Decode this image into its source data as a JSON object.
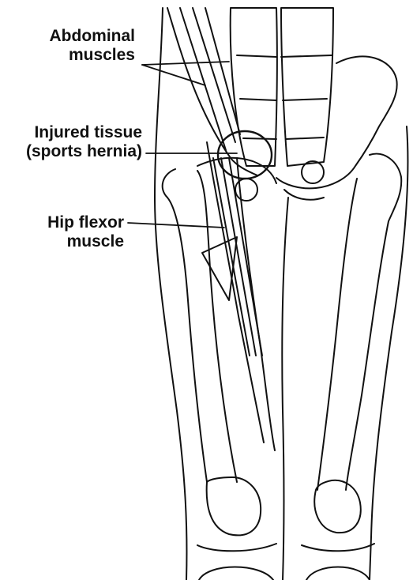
{
  "labels": {
    "abdominal": [
      "Abdominal",
      "muscles"
    ],
    "injured": [
      "Injured tissue",
      "(sports hernia)"
    ],
    "hip_flexor": [
      "Hip flexor",
      "muscle"
    ]
  },
  "colors": {
    "ink": "#111111",
    "background": "#ffffff"
  }
}
